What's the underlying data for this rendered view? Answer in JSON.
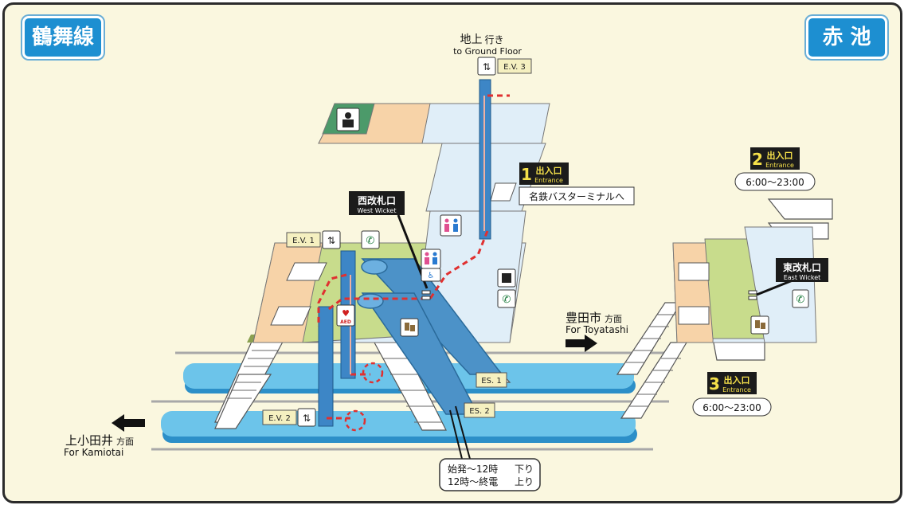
{
  "header": {
    "line_name": "鶴舞線",
    "station_name": "赤 池"
  },
  "ground": {
    "title_ja": "地上",
    "title_suffix": "行き",
    "title_en": "to Ground Floor"
  },
  "elevators": {
    "ev1": "E.V. 1",
    "ev2": "E.V. 2",
    "ev3": "E.V. 3"
  },
  "escalators": {
    "es1": "ES. 1",
    "es2": "ES. 2"
  },
  "entrances": {
    "e1": {
      "num": "1",
      "ja": "出入口",
      "en": "Entrance"
    },
    "e2": {
      "num": "2",
      "ja": "出入口",
      "en": "Entrance",
      "hours": "6:00～23:00"
    },
    "e3": {
      "num": "3",
      "ja": "出入口",
      "en": "Entrance",
      "hours": "6:00～23:00"
    }
  },
  "bus_terminal": "名鉄バスターミナルへ",
  "wickets": {
    "west_ja": "西改札口",
    "west_en": "West Wicket",
    "east_ja": "東改札口",
    "east_en": "East Wicket"
  },
  "directions": {
    "toyota_ja": "豊田市",
    "toyota_suffix": "方面",
    "toyota_en": "For Toyatashi",
    "kamiotai_ja": "上小田井",
    "kamiotai_suffix": "方面",
    "kamiotai_en": "For Kamiotai"
  },
  "schedule": {
    "line1_time": "始発～12時",
    "line1_dir": "下り",
    "line2_time": "12時～終電",
    "line2_dir": "上り"
  },
  "aed_label": "AED",
  "colors": {
    "badge_blue": "#1d8fd1",
    "platform_blue": "#6cc4ea",
    "concourse_green": "#c8dc8c",
    "concourse_peach": "#f7d3a8",
    "concourse_light": "#e0eef8",
    "route_red": "#e03030",
    "label_yellow": "#f5f0c0"
  },
  "icons": [
    "station-staff-icon",
    "elevator-icon",
    "phone-icon",
    "restroom-icon",
    "accessible-restroom-icon",
    "aed-icon",
    "ticket-machine-icon",
    "fare-adjustment-icon",
    "left-arrow-icon",
    "right-arrow-icon"
  ]
}
